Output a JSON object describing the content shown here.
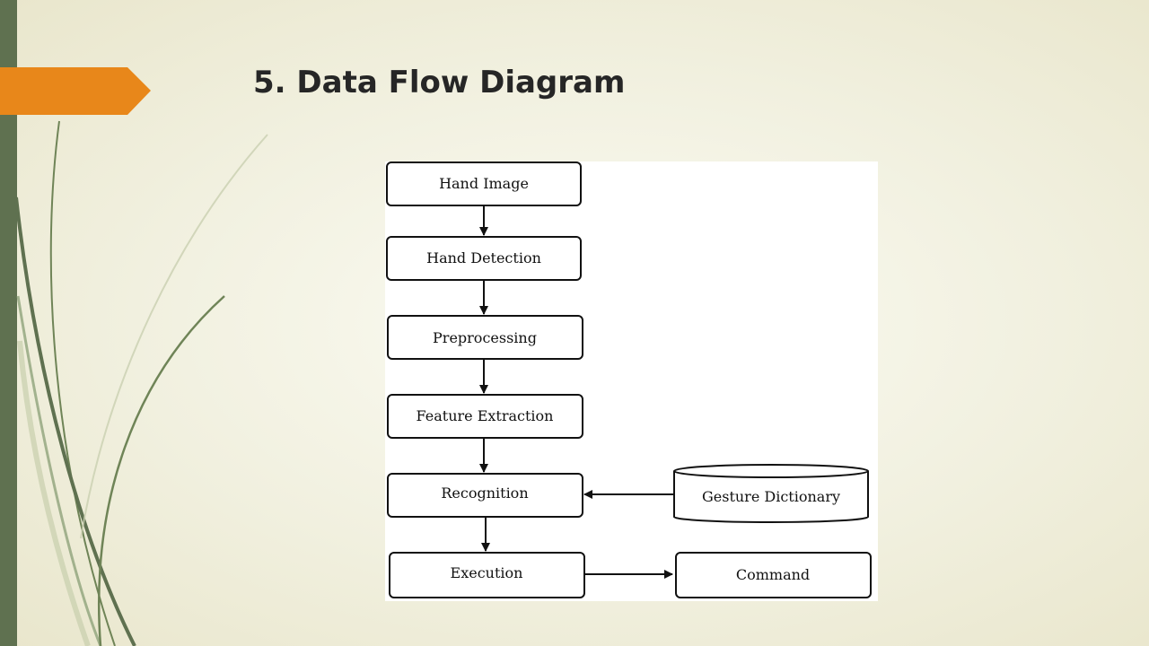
{
  "slide": {
    "title": "5. Data Flow Diagram",
    "accent_color": "#e8871a",
    "side_bar_color": "#5f7150"
  },
  "diagram": {
    "nodes": {
      "hand_image": "Hand Image",
      "hand_detection": "Hand Detection",
      "preprocessing": "Preprocessing",
      "feature_extraction": "Feature Extraction",
      "recognition": "Recognition",
      "gesture_dictionary": "Gesture Dictionary",
      "execution": "Execution",
      "command": "Command"
    },
    "flow": [
      [
        "Hand Image",
        "Hand Detection"
      ],
      [
        "Hand Detection",
        "Preprocessing"
      ],
      [
        "Preprocessing",
        "Feature Extraction"
      ],
      [
        "Feature Extraction",
        "Recognition"
      ],
      [
        "Gesture Dictionary",
        "Recognition"
      ],
      [
        "Recognition",
        "Execution"
      ],
      [
        "Execution",
        "Command"
      ]
    ]
  }
}
